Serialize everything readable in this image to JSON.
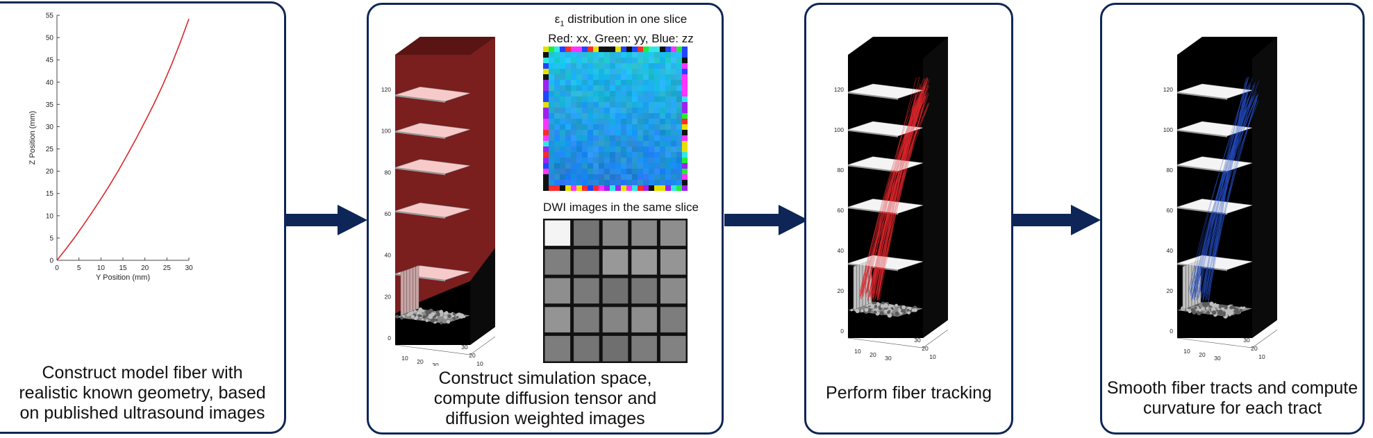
{
  "panels": [
    {
      "caption_lines": [
        "Construct model fiber with",
        "realistic known geometry, based",
        "on published ultrasound images"
      ]
    },
    {
      "caption_lines": [
        "Construct simulation space,",
        "compute diffusion tensor and",
        "diffusion weighted images"
      ],
      "e1_title_prefix": "ε",
      "e1_title_sub": "1",
      "e1_title_suffix": " distribution in one slice",
      "e1_legend": "Red: xx, Green: yy, Blue: zz",
      "dwi_title": "DWI images in the same slice"
    },
    {
      "caption_lines": [
        "Perform fiber tracking"
      ]
    },
    {
      "caption_lines": [
        "Smooth fiber tracts and compute",
        "curvature for each tract"
      ]
    }
  ],
  "axis3d": {
    "z_ticks": [
      "0",
      "20",
      "40",
      "60",
      "80",
      "100",
      "120"
    ],
    "x_ticks": [
      "10",
      "20",
      "30"
    ],
    "y_ticks": [
      "10",
      "20",
      "30"
    ]
  },
  "chart_data": {
    "type": "line",
    "xlabel": "Y Position (mm)",
    "ylabel": "Z Position (mm)",
    "xlim": [
      0,
      30
    ],
    "ylim": [
      0,
      55
    ],
    "x_ticks": [
      0,
      5,
      10,
      15,
      20,
      25,
      30
    ],
    "y_ticks": [
      0,
      5,
      10,
      15,
      20,
      25,
      30,
      35,
      40,
      45,
      50,
      55
    ],
    "series": [
      {
        "color": "#d9262b",
        "x": [
          0,
          2,
          4,
          6,
          8,
          10,
          12,
          14,
          16,
          18,
          20,
          22,
          24,
          26,
          28,
          30
        ],
        "y": [
          0,
          2.5,
          5.1,
          7.9,
          10.8,
          13.8,
          16.9,
          20.2,
          23.7,
          27.3,
          31.1,
          35.0,
          39.2,
          43.8,
          48.8,
          54.2
        ]
      }
    ]
  },
  "colors": {
    "border": "#0d2657",
    "arrow": "#0d2657",
    "fiber_red": "#d9262b",
    "fiber_blue": "#2248b8",
    "volume_fill": "#7a1e1e"
  }
}
